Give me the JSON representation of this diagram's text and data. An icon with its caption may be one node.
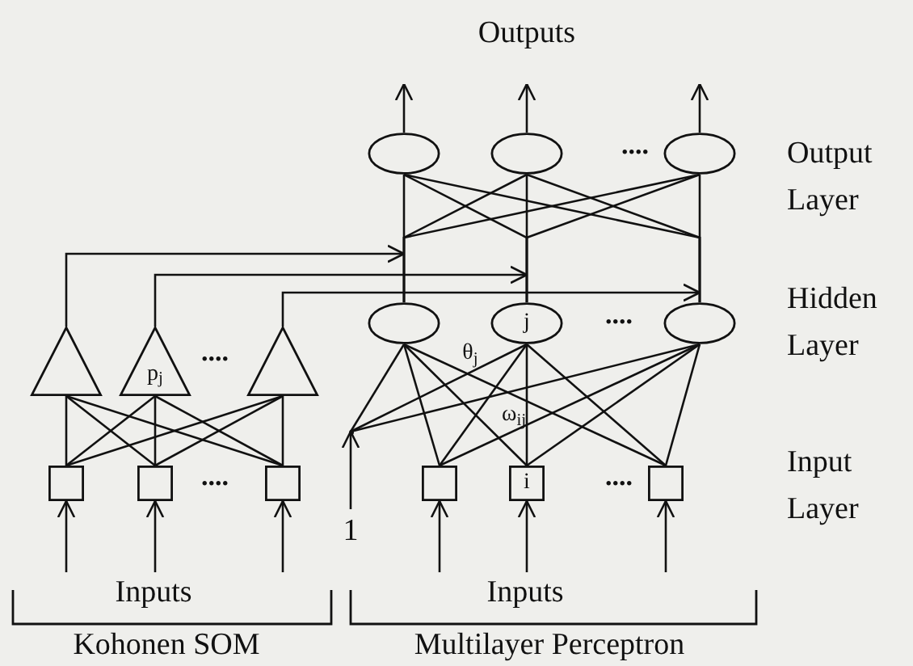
{
  "diagram": {
    "nodes": [
      {
        "text": [],
        "shape": "ellipse"
      },
      {
        "text": [],
        "shape": "ellipse"
      },
      {
        "text": [],
        "shape": "ellipse"
      },
      {
        "text": [],
        "shape": "ellipse"
      },
      {
        "text": [
          "j"
        ]
      },
      {
        "text": [],
        "shape": "ellipse"
      },
      {
        "text": [],
        "shape": "triangle"
      },
      {
        "text": [
          "p$_{j}$"
        ]
      },
      {
        "text": [],
        "shape": "triangle"
      },
      {
        "text": [],
        "shape": "box"
      },
      {
        "text": [],
        "shape": "box"
      },
      {
        "text": [],
        "shape": "box"
      },
      {
        "text": [],
        "shape": "box"
      },
      {
        "text": [
          "i"
        ]
      },
      {
        "text": [],
        "shape": "box"
      },
      {
        "text": [
          "1"
        ]
      },
      {
        "text": [],
        "shape": "point"
      },
      {
        "text": [
          "Outputs"
        ]
      },
      {
        "text": [
          "Inputs"
        ]
      },
      {
        "text": [
          "Inputs"
        ]
      }
    ],
    "edges": [
      {
        "from": 0,
        "to": null,
        "arrow": "to"
      },
      {
        "from": 1,
        "to": 17,
        "arrow": "to"
      },
      {
        "from": 2,
        "to": null,
        "arrow": "to"
      },
      {
        "from": 3,
        "to": 0,
        "arrow": "none"
      },
      {
        "from": 3,
        "to": 1,
        "arrow": "none"
      },
      {
        "from": 3,
        "to": 2,
        "arrow": "none"
      },
      {
        "from": 4,
        "to": 0,
        "arrow": "none"
      },
      {
        "from": 4,
        "to": 1,
        "arrow": "none"
      },
      {
        "from": 4,
        "to": 2,
        "arrow": "none"
      },
      {
        "from": 5,
        "to": 0,
        "arrow": "none"
      },
      {
        "from": 5,
        "to": 1,
        "arrow": "none"
      },
      {
        "from": 5,
        "to": 2,
        "arrow": "none"
      },
      {
        "from": 6,
        "to": 3,
        "arrow": "to"
      },
      {
        "from": 7,
        "to": 4,
        "arrow": "to"
      },
      {
        "from": 8,
        "to": 5,
        "arrow": "to"
      },
      {
        "from": 12,
        "to": 3,
        "arrow": "none"
      },
      {
        "from": 12,
        "to": 4,
        "arrow": "none"
      },
      {
        "from": 12,
        "to": 5,
        "arrow": "none"
      },
      {
        "from": 13,
        "to": 3,
        "arrow": "none"
      },
      {
        "from": 13,
        "to": 4,
        "arrow": "none"
      },
      {
        "from": 13,
        "to": 5,
        "arrow": "none"
      },
      {
        "from": 14,
        "to": 3,
        "arrow": "none"
      },
      {
        "from": 14,
        "to": 4,
        "arrow": "none"
      },
      {
        "from": 14,
        "to": 5,
        "arrow": "none"
      },
      {
        "from": 15,
        "to": 16,
        "arrow": "to"
      },
      {
        "from": 16,
        "to": 3,
        "arrow": "none"
      },
      {
        "from": 16,
        "to": 4,
        "arrow": "none"
      },
      {
        "from": 16,
        "to": 5,
        "arrow": "none"
      },
      {
        "from": 9,
        "to": 6,
        "arrow": "none"
      },
      {
        "from": 9,
        "to": 7,
        "arrow": "none"
      },
      {
        "from": 9,
        "to": 8,
        "arrow": "none"
      },
      {
        "from": 10,
        "to": 6,
        "arrow": "none"
      },
      {
        "from": 10,
        "to": 7,
        "arrow": "none"
      },
      {
        "from": 10,
        "to": 8,
        "arrow": "none"
      },
      {
        "from": 11,
        "to": 6,
        "arrow": "none"
      },
      {
        "from": 11,
        "to": 7,
        "arrow": "none"
      },
      {
        "from": 11,
        "to": 8,
        "arrow": "none"
      },
      {
        "from": 18,
        "to": 9,
        "arrow": "to"
      },
      {
        "from": 18,
        "to": 10,
        "arrow": "to"
      },
      {
        "from": 18,
        "to": 11,
        "arrow": "to"
      },
      {
        "from": 19,
        "to": 12,
        "arrow": "to"
      },
      {
        "from": 19,
        "to": 13,
        "arrow": "to"
      },
      {
        "from": 19,
        "to": 14,
        "arrow": "to"
      }
    ],
    "labels": [
      "....",
      "Output Layer",
      "....",
      "Hidden Layer",
      "....",
      "θ$_{j}$",
      "ω$_{ij}$",
      "Input Layer",
      "....",
      "....",
      "Kohonen SOM",
      "Multilayer Perceptron"
    ]
  }
}
